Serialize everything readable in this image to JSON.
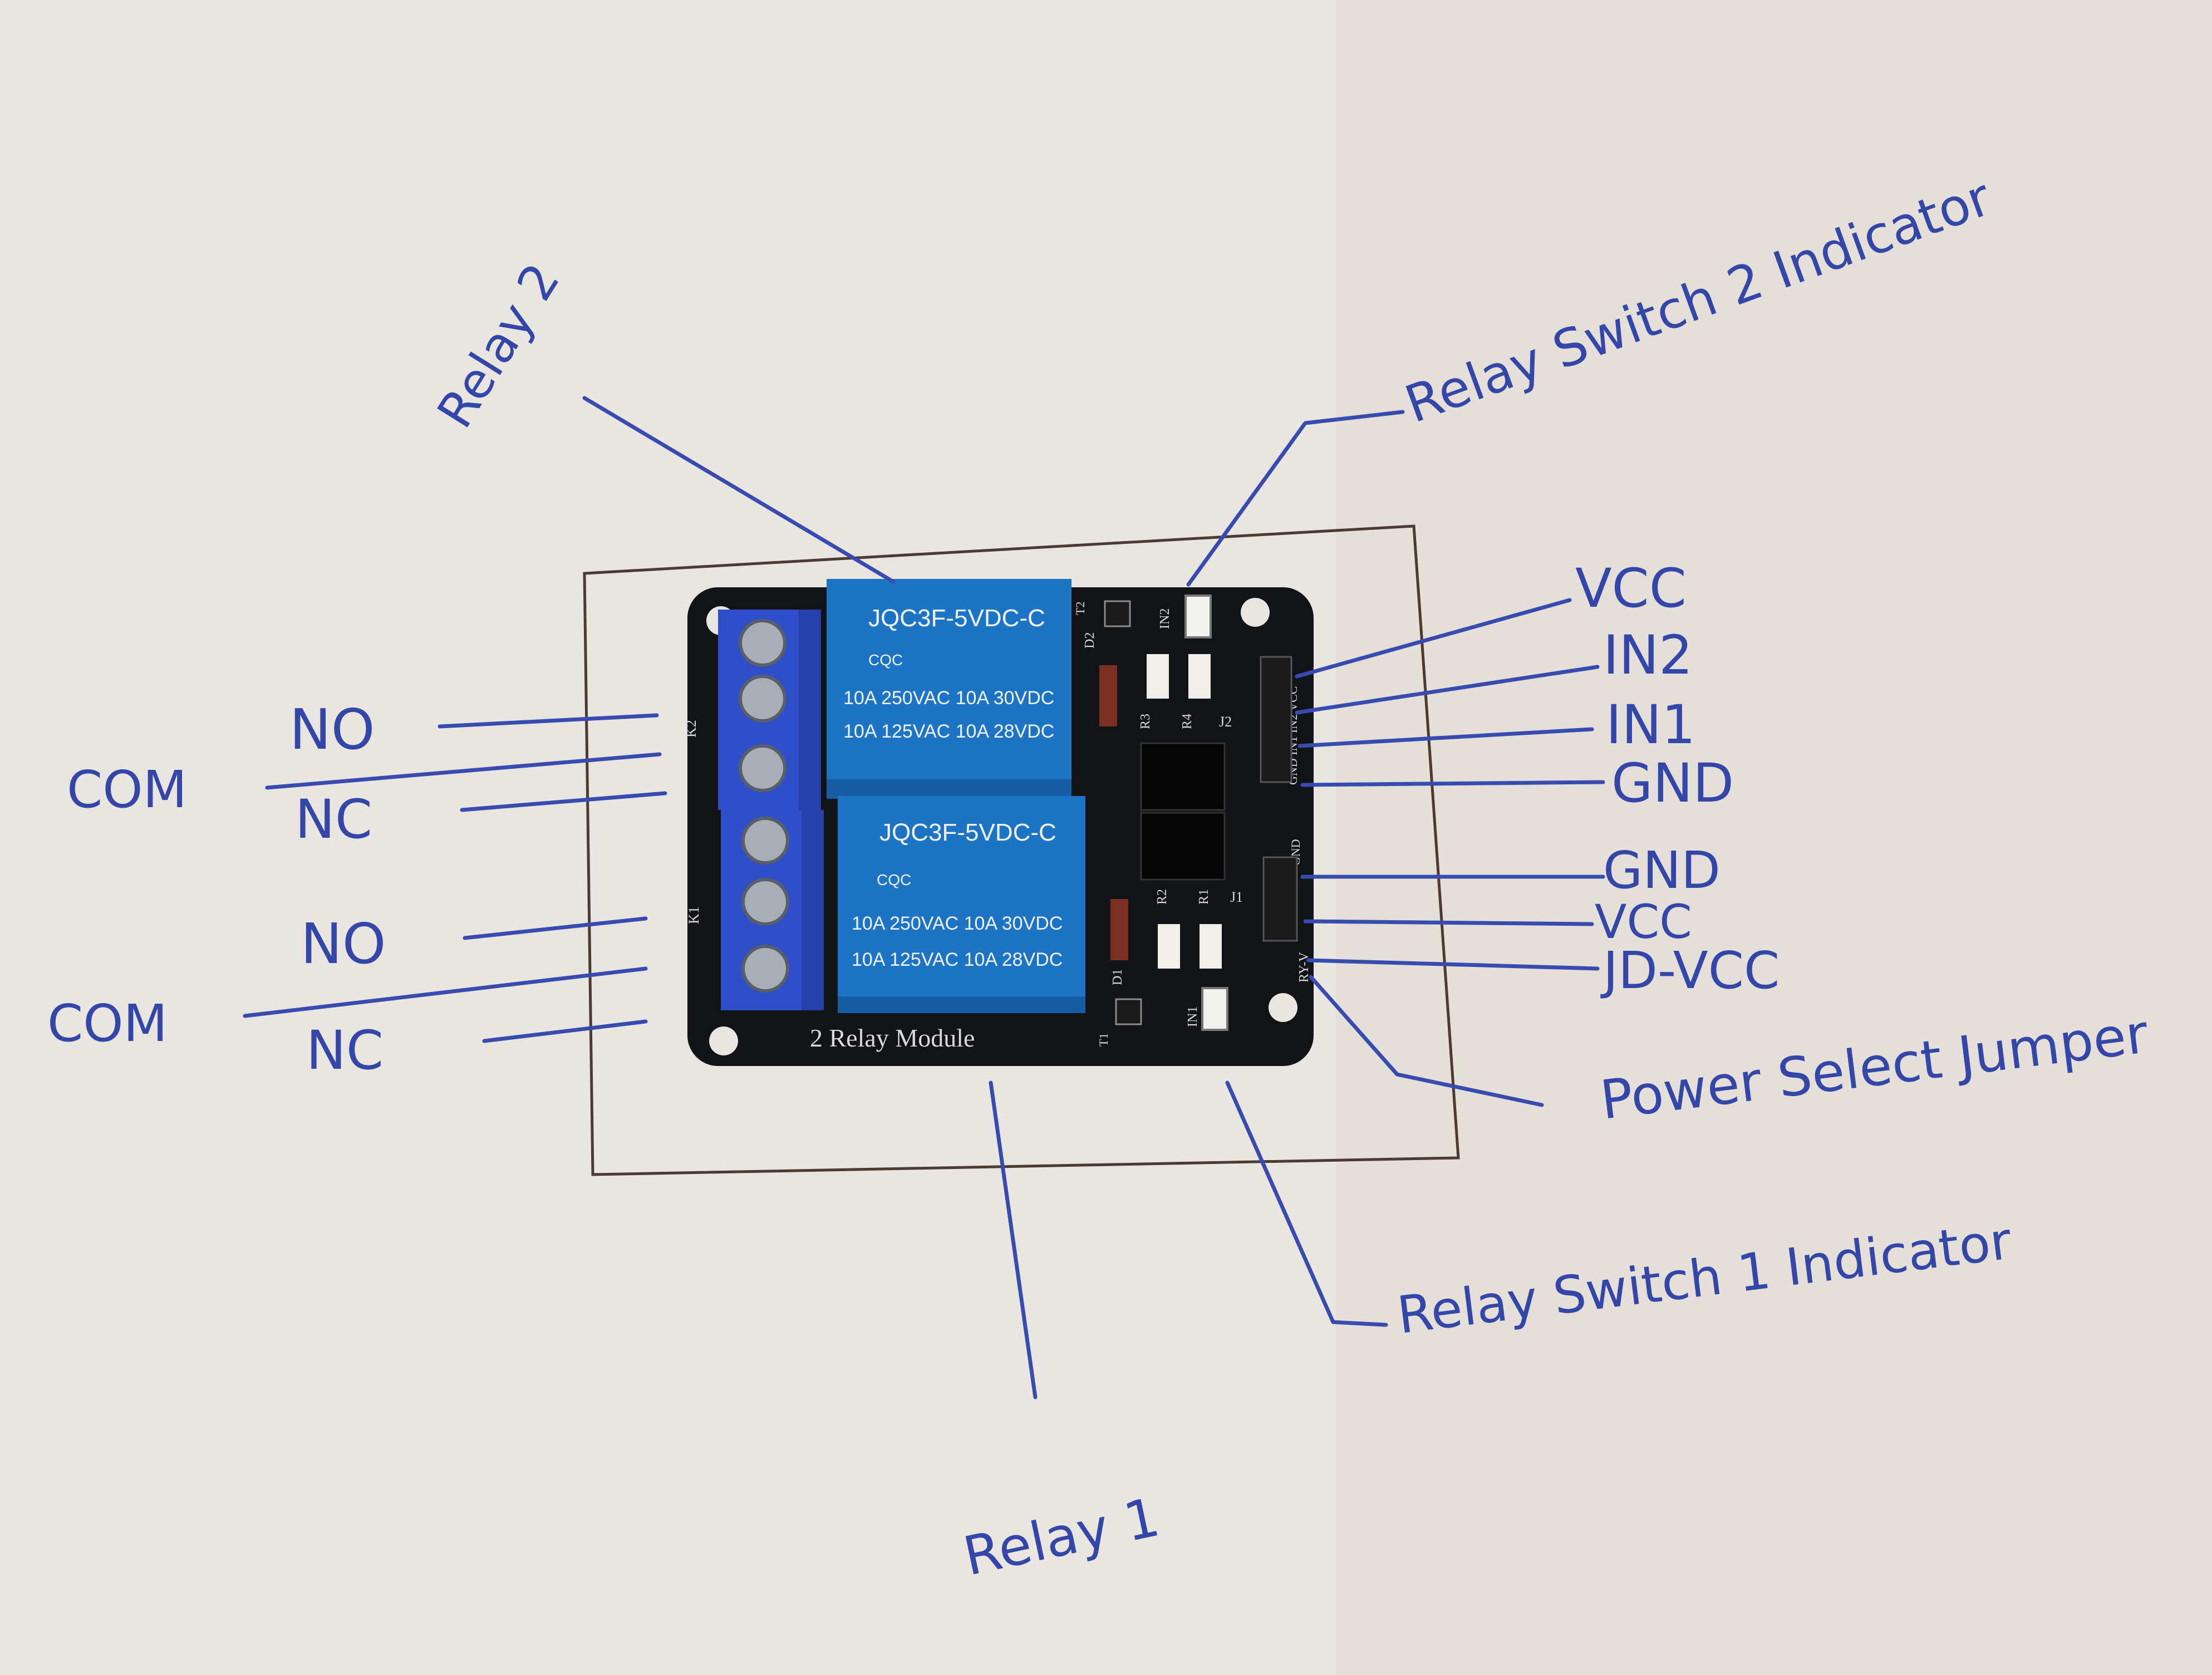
{
  "colors": {
    "paper": "#e9e6e1",
    "ink": "#3446a8",
    "pcb": "#111317",
    "relay": "#1d74c4",
    "terminal": "#2e4fc7"
  },
  "relays": [
    {
      "model": "JQC3F-5VDC-C",
      "line1": "10A 250VAC 10A 30VDC",
      "line2": "10A 125VAC 10A 28VDC",
      "marks": "CQC"
    },
    {
      "model": "JQC3F-5VDC-C",
      "line1": "10A 250VAC 10A 30VDC",
      "line2": "10A 125VAC 10A 28VDC",
      "marks": "CQC"
    }
  ],
  "board": {
    "title": "2 Relay Module",
    "silk": [
      "K2",
      "K1",
      "J2",
      "J1",
      "D2",
      "D1",
      "R3",
      "R4",
      "R2",
      "R1",
      "IN2",
      "IN1",
      "T2",
      "T1",
      "RY-V",
      "GND IN1 IN2 VCC",
      "GND"
    ]
  },
  "labels": {
    "relay2": "Relay 2",
    "relay1": "Relay 1",
    "switch2_indicator": "Relay Switch 2 Indicator",
    "switch1_indicator": "Relay Switch 1 Indicator",
    "power_jumper": "Power Select Jumper",
    "top_pins": [
      "VCC",
      "IN2",
      "IN1",
      "GND"
    ],
    "bottom_pins": [
      "GND",
      "VCC",
      "JD-VCC"
    ],
    "k2_terms": {
      "no": "NO",
      "com": "COM",
      "nc": "NC"
    },
    "k1_terms": {
      "no": "NO",
      "com": "COM",
      "nc": "NC"
    }
  }
}
